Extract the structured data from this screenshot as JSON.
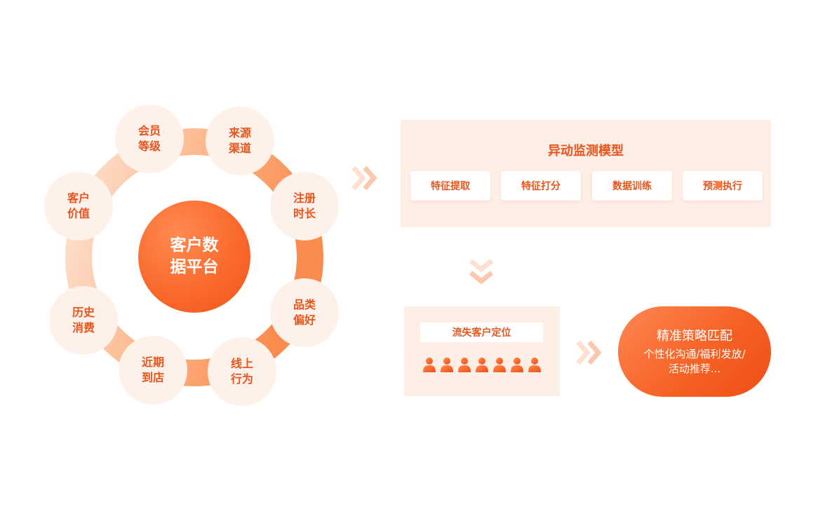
{
  "hub": {
    "label": "客户数\n据平台"
  },
  "ring_nodes": [
    {
      "id": "member-level",
      "label": "会员\n等级"
    },
    {
      "id": "source-channel",
      "label": "来源\n渠道"
    },
    {
      "id": "register-duration",
      "label": "注册\n时长"
    },
    {
      "id": "category-preference",
      "label": "品类\n偏好"
    },
    {
      "id": "online-behavior",
      "label": "线上\n行为"
    },
    {
      "id": "recent-visit",
      "label": "近期\n到店"
    },
    {
      "id": "history-consumption",
      "label": "历史\n消费"
    },
    {
      "id": "customer-value",
      "label": "客户\n价值"
    }
  ],
  "model": {
    "title": "异动监测模型",
    "steps": [
      "特征提取",
      "特征打分",
      "数据训练",
      "预测执行"
    ]
  },
  "loss": {
    "label": "流失客户定位",
    "people_count": 7
  },
  "strategy": {
    "title": "精准策略匹配",
    "desc": "个性化沟通/福利发放/\n活动推荐..."
  },
  "colors": {
    "accent": "#f55f22",
    "text_accent": "#e8551d",
    "node_fill": "#fef1ea",
    "panel_fill": "#fdeee6",
    "ring_light": "#fde3d3",
    "ring_dark": "#fb9a63",
    "chevron": "#fbc8ad"
  }
}
